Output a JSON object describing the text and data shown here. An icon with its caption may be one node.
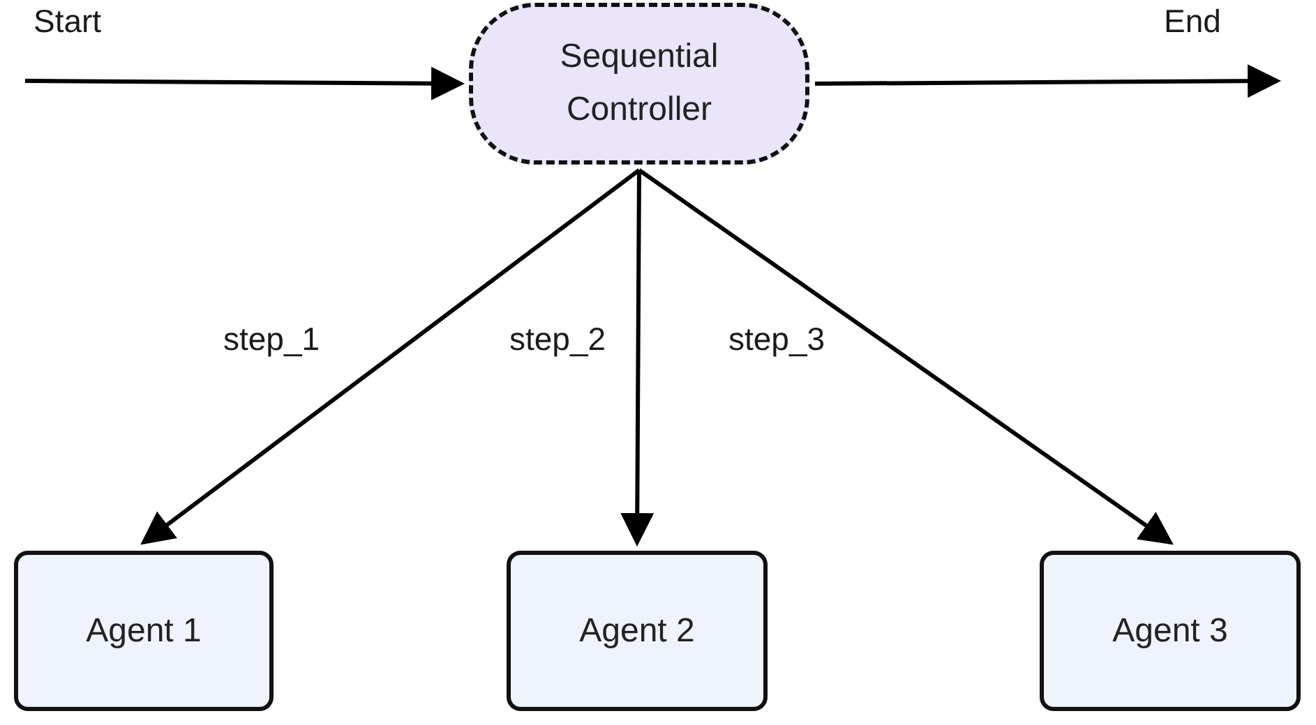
{
  "diagram": {
    "nodes": [
      {
        "text": [
          "Sequential Controller"
        ]
      },
      {
        "text": [
          "Agent 1"
        ]
      },
      {
        "text": [
          "Agent 2"
        ]
      },
      {
        "text": [
          "Agent 3"
        ]
      }
    ],
    "edges": [
      {
        "from": null,
        "to": 0,
        "arrow": "to",
        "label": "Start"
      },
      {
        "from": 0,
        "to": null,
        "arrow": "to",
        "label": "End"
      },
      {
        "from": 0,
        "to": 1,
        "arrow": "to",
        "label": "step_1"
      },
      {
        "from": 0,
        "to": 2,
        "arrow": "to",
        "label": "step_2"
      },
      {
        "from": 0,
        "to": 3,
        "arrow": "to",
        "label": "step_3"
      }
    ]
  }
}
